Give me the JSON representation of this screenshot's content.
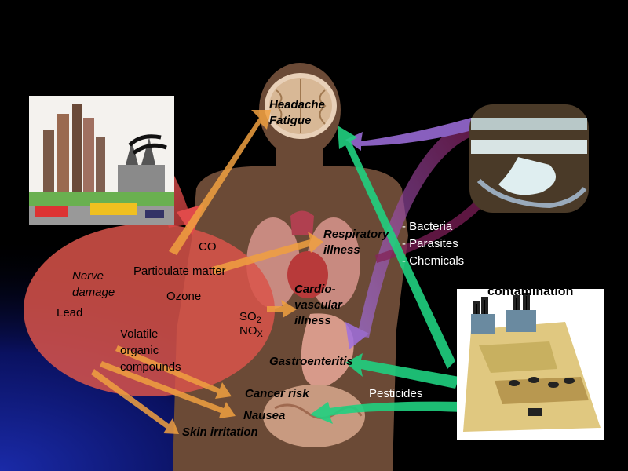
{
  "colors": {
    "background": "#000000",
    "body": "#6b4a36",
    "air_region": "#d9534a",
    "air_arrow": "#f0a040",
    "water_arrow": "#b070d0",
    "soil_arrow": "#20d080"
  },
  "icons": [
    "city-smog-illustration",
    "water-pipe-illustration",
    "farmland-illustration",
    "brain-illustration",
    "lungs-heart-illustration",
    "stomach-illustration"
  ],
  "pollutants": {
    "air": [
      "CO",
      "Particulate matter",
      "Ozone",
      "Lead",
      "Volatile",
      "organic",
      "compounds"
    ],
    "so2": "SO",
    "so2_sub": "2",
    "nox": "NO",
    "nox_sub": "X",
    "water": [
      "- Bacteria",
      "- Parasites",
      "- Chemicals"
    ],
    "soil": [
      "contamination",
      "Pesticides"
    ]
  },
  "effects": {
    "headache": "Headache",
    "fatigue": "Fatigue",
    "respiratory_1": "Respiratory",
    "respiratory_2": "illness",
    "cardio_1": "Cardio-",
    "cardio_2": "vascular",
    "cardio_3": "illness",
    "gastro": "Gastroenteritis",
    "cancer": "Cancer risk",
    "nausea": "Nausea",
    "skin": "Skin irritation",
    "nerve_1": "Nerve",
    "nerve_2": "damage"
  }
}
